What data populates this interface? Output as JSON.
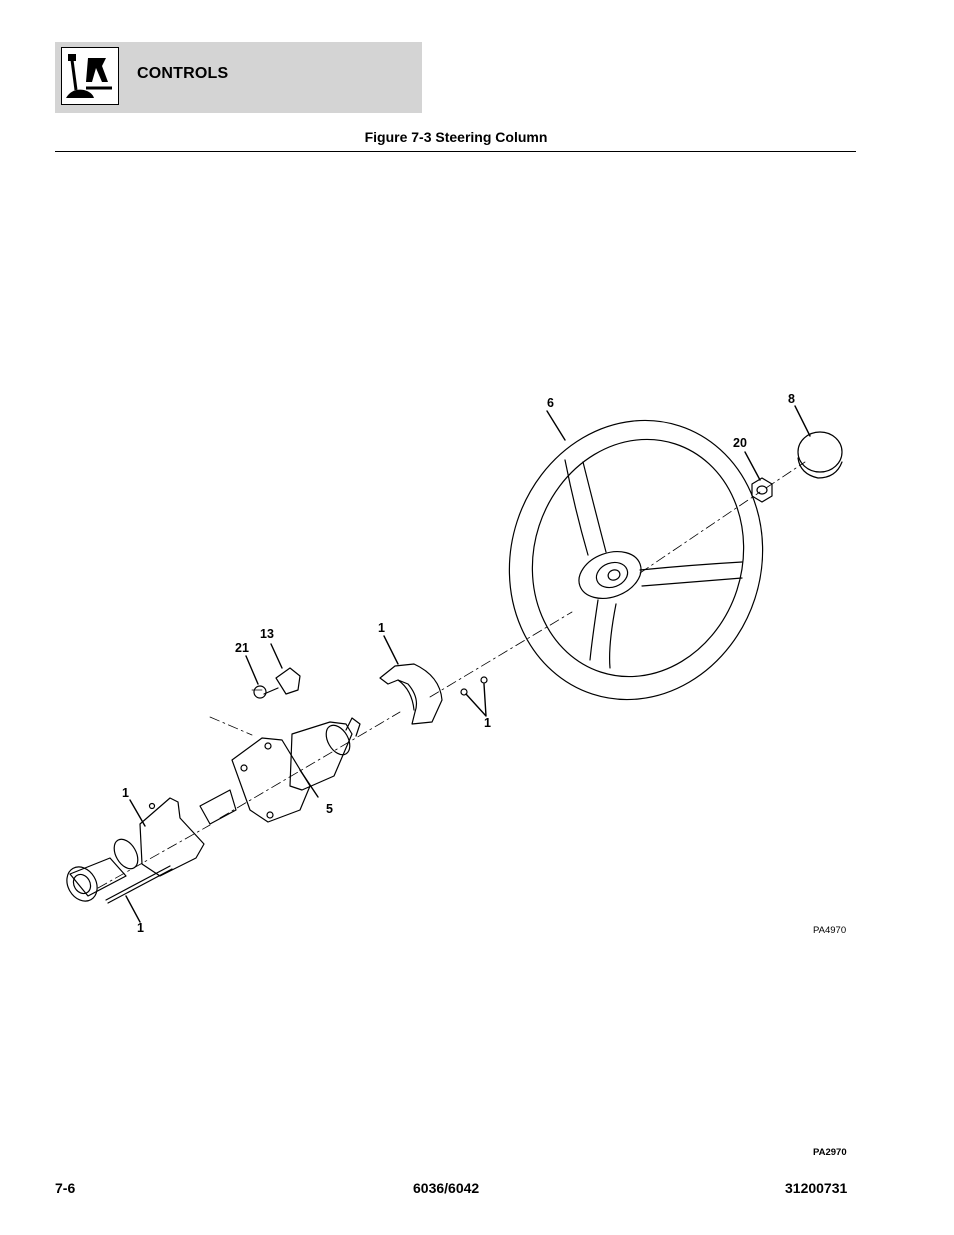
{
  "header": {
    "section_title": "CONTROLS",
    "icon": "joystick-control-icon"
  },
  "figure": {
    "title": "Figure 7-3 Steering Column",
    "art_id": "PA4970",
    "callouts": [
      "1",
      "1",
      "1",
      "1",
      "5",
      "6",
      "8",
      "13",
      "20",
      "21"
    ]
  },
  "page": {
    "art_ref": "PA2970"
  },
  "footer": {
    "page_number": "7-6",
    "model": "6036/6042",
    "doc_number": "31200731"
  }
}
